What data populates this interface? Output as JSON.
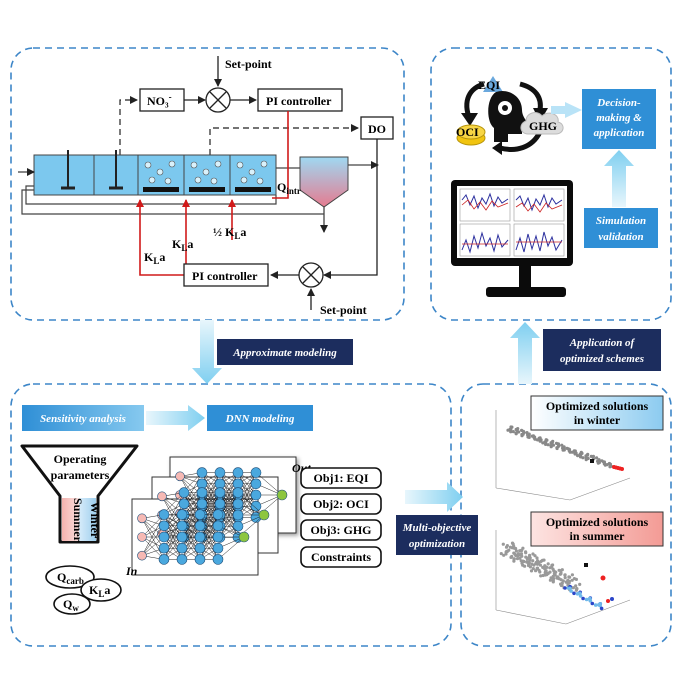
{
  "process": {
    "set_point_top": "Set-point",
    "no3": "NO₃",
    "no3_sup": "-",
    "pi_controller_top": "PI controller",
    "do": "DO",
    "q_intr": "Q",
    "q_intr_sub": "intr",
    "kla_half": "½ K",
    "kla_half_sub": "L",
    "kla_half_end": "a",
    "kla_1": "K",
    "kla_1_sub": "L",
    "kla_1_end": "a",
    "kla_2": "K",
    "kla_2_sub": "L",
    "kla_2_end": "a",
    "pi_controller_bottom": "PI controller",
    "set_point_bottom": "Set-point"
  },
  "decision": {
    "eqi": "EQI",
    "oci": "OCI",
    "ghg": "GHG",
    "decision_line1": "Decision-",
    "decision_line2": "making &",
    "decision_line3": "application",
    "sim_line1": "Simulation",
    "sim_line2": "validation"
  },
  "labels": {
    "approx_modeling": "Approximate modeling",
    "app_opt_line1": "Application of",
    "app_opt_line2": "optimized schemes",
    "sensitivity": "Sensitivity analysis",
    "dnn": "DNN modeling",
    "multi_obj_line1": "Multi-objective",
    "multi_obj_line2": "optimization"
  },
  "funnel": {
    "title_line1": "Operating",
    "title_line2": "parameters",
    "summer": "Summer",
    "winter": "Winter",
    "q_carb": "Q",
    "q_carb_sub": "carb",
    "kla": "K",
    "kla_sub": "L",
    "kla_end": "a",
    "qw": "Q",
    "qw_sub": "w"
  },
  "dnn": {
    "in": "In",
    "out": "Out"
  },
  "objectives": [
    "Obj1:  EQI",
    "Obj2:  OCI",
    "Obj3:  GHG",
    "Constraints"
  ],
  "optimized": {
    "winter_line1": "Optimized solutions",
    "winter_line2": "in winter",
    "summer_line1": "Optimized solutions",
    "summer_line2": "in summer"
  },
  "colors": {
    "dash_border": "#3d86c8",
    "blue_label": "#2f8fd6",
    "navy_label": "#1c2d5e",
    "red_line": "#d11a1a",
    "tank": "#7cc8ee"
  }
}
